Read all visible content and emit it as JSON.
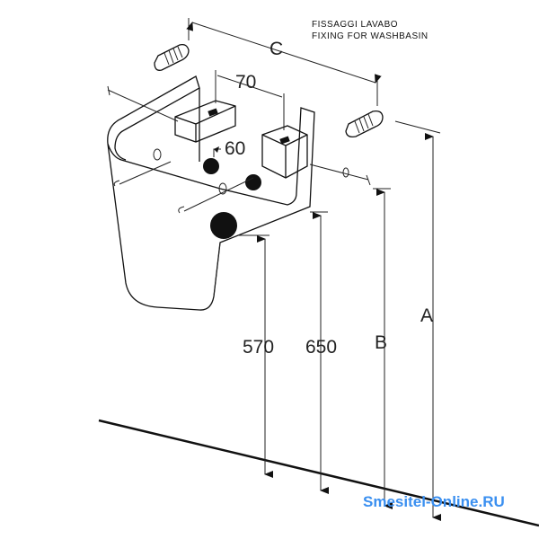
{
  "note": {
    "line1": "FISSAGGI  LAVABO",
    "line2": "FIXING  FOR  WASHBASIN"
  },
  "dimensions": {
    "c": "C",
    "d70": "70",
    "d60": "60",
    "d570": "570",
    "d650": "650",
    "b": "B",
    "a": "A"
  },
  "watermark": "Smesitel-Online.RU",
  "colors": {
    "line": "#111111",
    "watermark": "#3a8ff0"
  }
}
